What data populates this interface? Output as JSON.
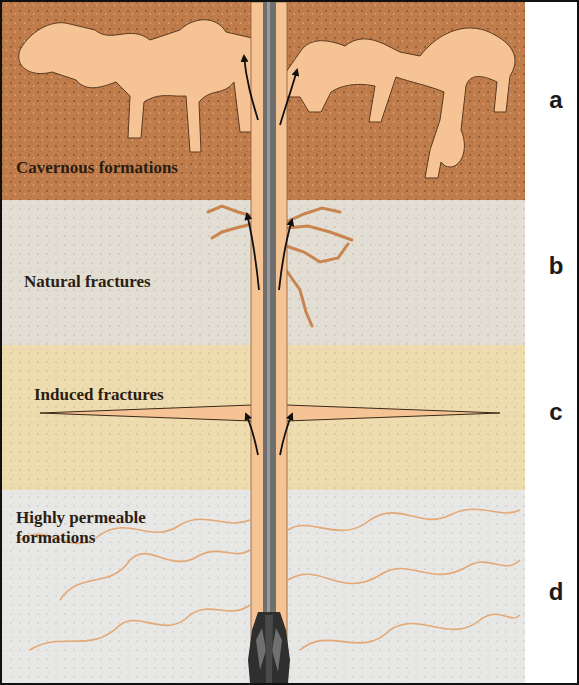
{
  "diagram": {
    "nodes": [
      {
        "text": [
          "Cavernous formations"
        ]
      },
      {
        "text": [
          "Natural fractures"
        ]
      },
      {
        "text": [
          "Induced fractures"
        ]
      },
      {
        "text": [
          "Highly permeable formations"
        ]
      }
    ],
    "labels": [
      "a",
      "b",
      "c",
      "d"
    ]
  }
}
